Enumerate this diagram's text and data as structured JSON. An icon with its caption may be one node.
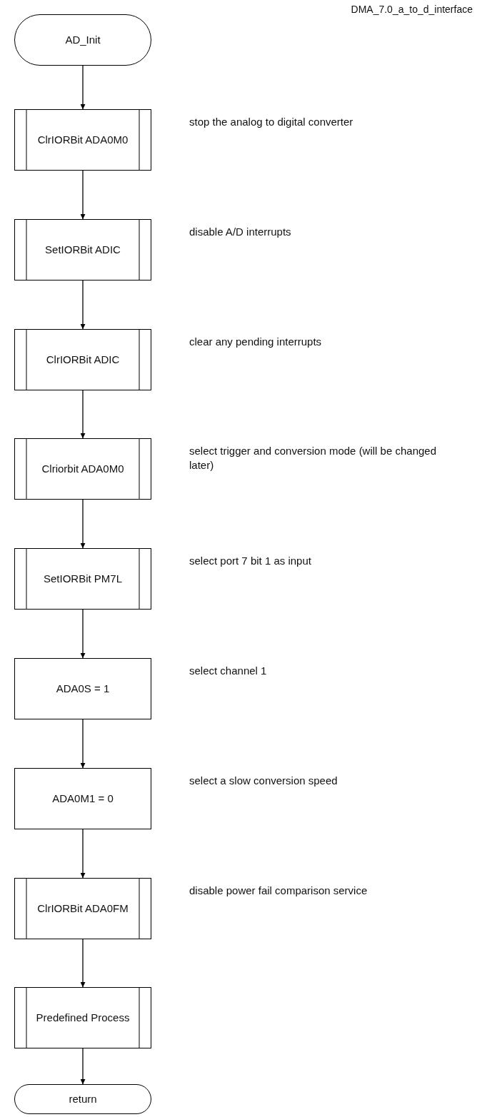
{
  "diagram": {
    "title": "DMA_7.0_a_to_d_interface",
    "nodes": [
      {
        "text": [
          "AD_Init"
        ]
      },
      {
        "text": [
          "ClrIORBit ADA0M0"
        ],
        "beside": [
          "stop the analog to digital converter"
        ]
      },
      {
        "text": [
          "SetIORBit ADIC"
        ],
        "beside": [
          "disable A/D interrupts"
        ]
      },
      {
        "text": [
          "ClrIORBit ADIC"
        ],
        "beside": [
          "clear any pending interrupts"
        ]
      },
      {
        "text": [
          "Clriorbit ADA0M0"
        ],
        "beside": [
          "select trigger and conversion mode (will be changed later)"
        ]
      },
      {
        "text": [
          "SetIORBit PM7L"
        ],
        "beside": [
          "select port 7 bit 1 as input"
        ]
      },
      {
        "text": [
          "ADA0S = 1"
        ],
        "beside": [
          "select channel 1"
        ]
      },
      {
        "text": [
          "ADA0M1 = 0"
        ],
        "beside": [
          "select a slow conversion speed"
        ]
      },
      {
        "text": [
          "ClrIORBit ADA0FM"
        ],
        "beside": [
          "disable power fail comparison service"
        ]
      },
      {
        "text": [
          "Predefined Process"
        ]
      },
      {
        "text": [
          "return"
        ]
      }
    ],
    "edges": [
      {
        "from": 0,
        "to": 1,
        "arrow": "to"
      },
      {
        "from": 1,
        "to": 2,
        "arrow": "to"
      },
      {
        "from": 2,
        "to": 3,
        "arrow": "to"
      },
      {
        "from": 3,
        "to": 4,
        "arrow": "to"
      },
      {
        "from": 4,
        "to": 5,
        "arrow": "to"
      },
      {
        "from": 5,
        "to": 6,
        "arrow": "to"
      },
      {
        "from": 6,
        "to": 7,
        "arrow": "to"
      },
      {
        "from": 7,
        "to": 8,
        "arrow": "to"
      },
      {
        "from": 8,
        "to": 9,
        "arrow": "to"
      },
      {
        "from": 9,
        "to": 10,
        "arrow": "to"
      }
    ]
  }
}
